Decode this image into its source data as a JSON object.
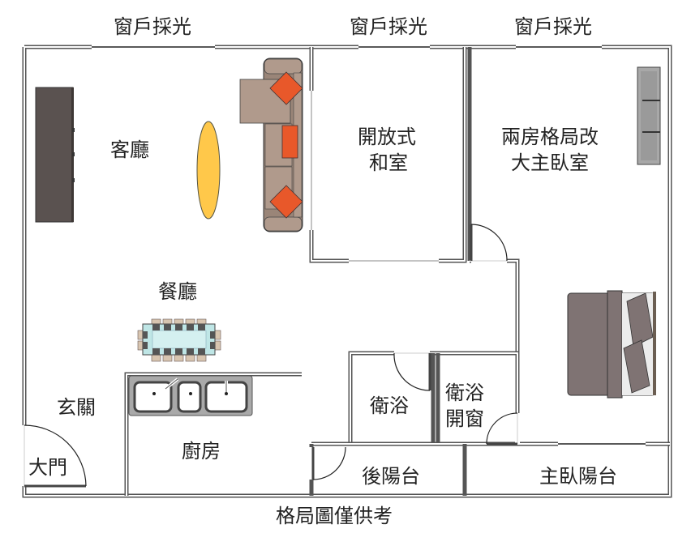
{
  "title": "格局圖僅供考",
  "window_labels": [
    "窗戶採光",
    "窗戶採光",
    "窗戶採光"
  ],
  "rooms": {
    "living_room": "客廳",
    "dining_room": "餐廳",
    "foyer": "玄關",
    "main_door": "大門",
    "kitchen": "廚房",
    "japanese_room_line1": "開放式",
    "japanese_room_line2": "和室",
    "master_bedroom_line1": "兩房格局改",
    "master_bedroom_line2": "大主臥室",
    "bathroom": "衛浴",
    "bathroom2_line1": "衛浴",
    "bathroom2_line2": "開窗",
    "rear_balcony": "後陽台",
    "master_balcony": "主臥陽台"
  },
  "colors": {
    "wall": "#555555",
    "tv_cabinet": "#5a5250",
    "sofa": "#b09a8c",
    "cushion": "#e8582a",
    "rug": "#ffc84a",
    "bed": "#7f7373",
    "table_glass": "#bfe6e6",
    "sink": "#9a9a9a",
    "wardrobe": "#a8a8a8"
  }
}
